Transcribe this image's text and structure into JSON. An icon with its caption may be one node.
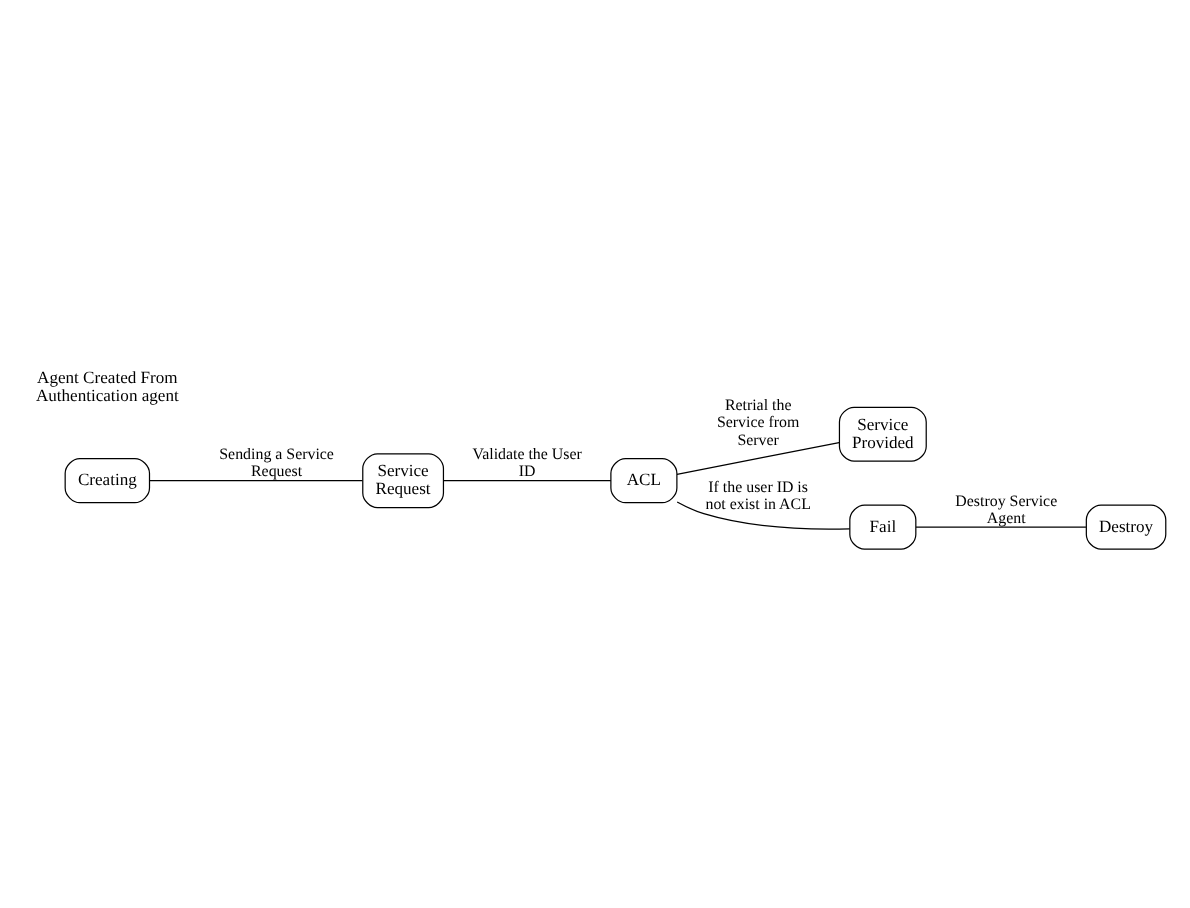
{
  "diagram": {
    "nodes": [
      {
        "text": [
          "Service Provided"
        ]
      },
      {
        "text": [
          "Creating"
        ],
        "beside": [
          "Agent Created From Authentication agent"
        ]
      },
      {
        "text": [
          "Service Request"
        ]
      },
      {
        "text": [
          "ACL"
        ]
      },
      {
        "text": [
          "Fail"
        ]
      },
      {
        "text": [
          "Destroy"
        ]
      }
    ],
    "edges": [
      {
        "from": 1,
        "to": 2,
        "arrow": "none",
        "label": "Sending a Service Request"
      },
      {
        "from": 2,
        "to": 3,
        "arrow": "none",
        "label": "Validate the User ID"
      },
      {
        "from": 3,
        "to": 0,
        "arrow": "none",
        "label": "Retrial the Service from Server"
      },
      {
        "from": 3,
        "to": 4,
        "arrow": "none",
        "label": "If the user ID is not exist in ACL"
      },
      {
        "from": 4,
        "to": 5,
        "arrow": "none",
        "label": "Destroy Service Agent"
      }
    ]
  }
}
